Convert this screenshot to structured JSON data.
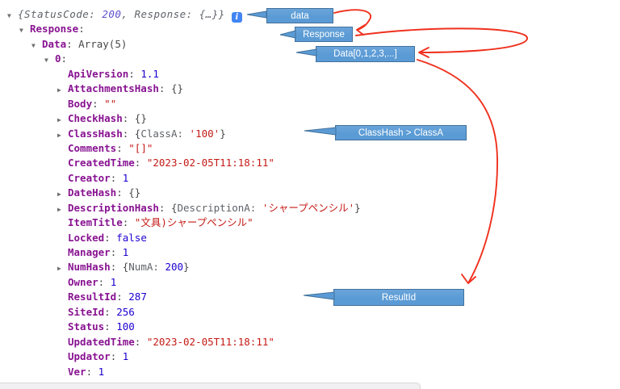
{
  "colors": {
    "callout_fill": "#5b9bd5",
    "callout_border": "#41719c",
    "arrow_red": "#f0301d",
    "key": "#881391",
    "preview_key": "#5f6368",
    "preview_number": "#5a4fcf",
    "number": "#1c00cf",
    "string": "#c41a16",
    "plain": "#474747",
    "triangle": "#6e6e6e",
    "info_icon_bg": "#4285f4",
    "bottom_bar_bg": "#f0f0f2",
    "bottom_bar_border": "#d8d8d8"
  },
  "annotations": {
    "callouts": [
      {
        "label": "data"
      },
      {
        "label": "Response"
      },
      {
        "label": "Data[0,1,2,3,...]"
      },
      {
        "label": "ClassHash > ClassA"
      },
      {
        "label": "ResultId"
      }
    ]
  },
  "console": {
    "info_icon_glyph": "i",
    "expander_open": "▼",
    "expander_closed": "▶",
    "rows": [
      {
        "indent": 0,
        "exp": "open",
        "info": true,
        "tokens": [
          {
            "t": "prev",
            "s": "{StatusCode: "
          },
          {
            "t": "prevnum",
            "s": "200"
          },
          {
            "t": "prev",
            "s": ", Response: {…}}"
          }
        ]
      },
      {
        "indent": 1,
        "exp": "open",
        "tokens": [
          {
            "t": "key",
            "s": "Response"
          },
          {
            "t": "punc",
            "s": ":"
          }
        ]
      },
      {
        "indent": 2,
        "exp": "open",
        "tokens": [
          {
            "t": "key",
            "s": "Data"
          },
          {
            "t": "punc",
            "s": ": "
          },
          {
            "t": "plain",
            "s": "Array(5)"
          }
        ]
      },
      {
        "indent": 3,
        "exp": "open",
        "tokens": [
          {
            "t": "key",
            "s": "0"
          },
          {
            "t": "punc",
            "s": ":"
          }
        ]
      },
      {
        "indent": 4,
        "exp": null,
        "tokens": [
          {
            "t": "key",
            "s": "ApiVersion"
          },
          {
            "t": "punc",
            "s": ": "
          },
          {
            "t": "num",
            "s": "1.1"
          }
        ]
      },
      {
        "indent": 4,
        "exp": "closed",
        "tokens": [
          {
            "t": "key",
            "s": "AttachmentsHash"
          },
          {
            "t": "punc",
            "s": ": "
          },
          {
            "t": "plain",
            "s": "{}"
          }
        ]
      },
      {
        "indent": 4,
        "exp": null,
        "tokens": [
          {
            "t": "key",
            "s": "Body"
          },
          {
            "t": "punc",
            "s": ": "
          },
          {
            "t": "str",
            "s": "\"\""
          }
        ]
      },
      {
        "indent": 4,
        "exp": "closed",
        "tokens": [
          {
            "t": "key",
            "s": "CheckHash"
          },
          {
            "t": "punc",
            "s": ": "
          },
          {
            "t": "plain",
            "s": "{}"
          }
        ]
      },
      {
        "indent": 4,
        "exp": "closed",
        "tokens": [
          {
            "t": "key",
            "s": "ClassHash"
          },
          {
            "t": "punc",
            "s": ": "
          },
          {
            "t": "plain",
            "s": "{"
          },
          {
            "t": "pkey",
            "s": "ClassA: "
          },
          {
            "t": "str",
            "s": "'100'"
          },
          {
            "t": "plain",
            "s": "}"
          }
        ]
      },
      {
        "indent": 4,
        "exp": null,
        "tokens": [
          {
            "t": "key",
            "s": "Comments"
          },
          {
            "t": "punc",
            "s": ": "
          },
          {
            "t": "str",
            "s": "\"[]\""
          }
        ]
      },
      {
        "indent": 4,
        "exp": null,
        "tokens": [
          {
            "t": "key",
            "s": "CreatedTime"
          },
          {
            "t": "punc",
            "s": ": "
          },
          {
            "t": "str",
            "s": "\"2023-02-05T11:18:11\""
          }
        ]
      },
      {
        "indent": 4,
        "exp": null,
        "tokens": [
          {
            "t": "key",
            "s": "Creator"
          },
          {
            "t": "punc",
            "s": ": "
          },
          {
            "t": "num",
            "s": "1"
          }
        ]
      },
      {
        "indent": 4,
        "exp": "closed",
        "tokens": [
          {
            "t": "key",
            "s": "DateHash"
          },
          {
            "t": "punc",
            "s": ": "
          },
          {
            "t": "plain",
            "s": "{}"
          }
        ]
      },
      {
        "indent": 4,
        "exp": "closed",
        "tokens": [
          {
            "t": "key",
            "s": "DescriptionHash"
          },
          {
            "t": "punc",
            "s": ": "
          },
          {
            "t": "plain",
            "s": "{"
          },
          {
            "t": "pkey",
            "s": "DescriptionA: "
          },
          {
            "t": "str",
            "s": "'シャープペンシル'"
          },
          {
            "t": "plain",
            "s": "}"
          }
        ]
      },
      {
        "indent": 4,
        "exp": null,
        "tokens": [
          {
            "t": "key",
            "s": "ItemTitle"
          },
          {
            "t": "punc",
            "s": ": "
          },
          {
            "t": "str",
            "s": "\"文具)シャープペンシル\""
          }
        ]
      },
      {
        "indent": 4,
        "exp": null,
        "tokens": [
          {
            "t": "key",
            "s": "Locked"
          },
          {
            "t": "punc",
            "s": ": "
          },
          {
            "t": "num",
            "s": "false"
          }
        ]
      },
      {
        "indent": 4,
        "exp": null,
        "tokens": [
          {
            "t": "key",
            "s": "Manager"
          },
          {
            "t": "punc",
            "s": ": "
          },
          {
            "t": "num",
            "s": "1"
          }
        ]
      },
      {
        "indent": 4,
        "exp": "closed",
        "tokens": [
          {
            "t": "key",
            "s": "NumHash"
          },
          {
            "t": "punc",
            "s": ": "
          },
          {
            "t": "plain",
            "s": "{"
          },
          {
            "t": "pkey",
            "s": "NumA: "
          },
          {
            "t": "num",
            "s": "200"
          },
          {
            "t": "plain",
            "s": "}"
          }
        ]
      },
      {
        "indent": 4,
        "exp": null,
        "tokens": [
          {
            "t": "key",
            "s": "Owner"
          },
          {
            "t": "punc",
            "s": ": "
          },
          {
            "t": "num",
            "s": "1"
          }
        ]
      },
      {
        "indent": 4,
        "exp": null,
        "tokens": [
          {
            "t": "key",
            "s": "ResultId"
          },
          {
            "t": "punc",
            "s": ": "
          },
          {
            "t": "num",
            "s": "287"
          }
        ]
      },
      {
        "indent": 4,
        "exp": null,
        "tokens": [
          {
            "t": "key",
            "s": "SiteId"
          },
          {
            "t": "punc",
            "s": ": "
          },
          {
            "t": "num",
            "s": "256"
          }
        ]
      },
      {
        "indent": 4,
        "exp": null,
        "tokens": [
          {
            "t": "key",
            "s": "Status"
          },
          {
            "t": "punc",
            "s": ": "
          },
          {
            "t": "num",
            "s": "100"
          }
        ]
      },
      {
        "indent": 4,
        "exp": null,
        "tokens": [
          {
            "t": "key",
            "s": "UpdatedTime"
          },
          {
            "t": "punc",
            "s": ": "
          },
          {
            "t": "str",
            "s": "\"2023-02-05T11:18:11\""
          }
        ]
      },
      {
        "indent": 4,
        "exp": null,
        "tokens": [
          {
            "t": "key",
            "s": "Updator"
          },
          {
            "t": "punc",
            "s": ": "
          },
          {
            "t": "num",
            "s": "1"
          }
        ]
      },
      {
        "indent": 4,
        "exp": null,
        "tokens": [
          {
            "t": "key",
            "s": "Ver"
          },
          {
            "t": "punc",
            "s": ": "
          },
          {
            "t": "num",
            "s": "1"
          }
        ]
      }
    ]
  }
}
